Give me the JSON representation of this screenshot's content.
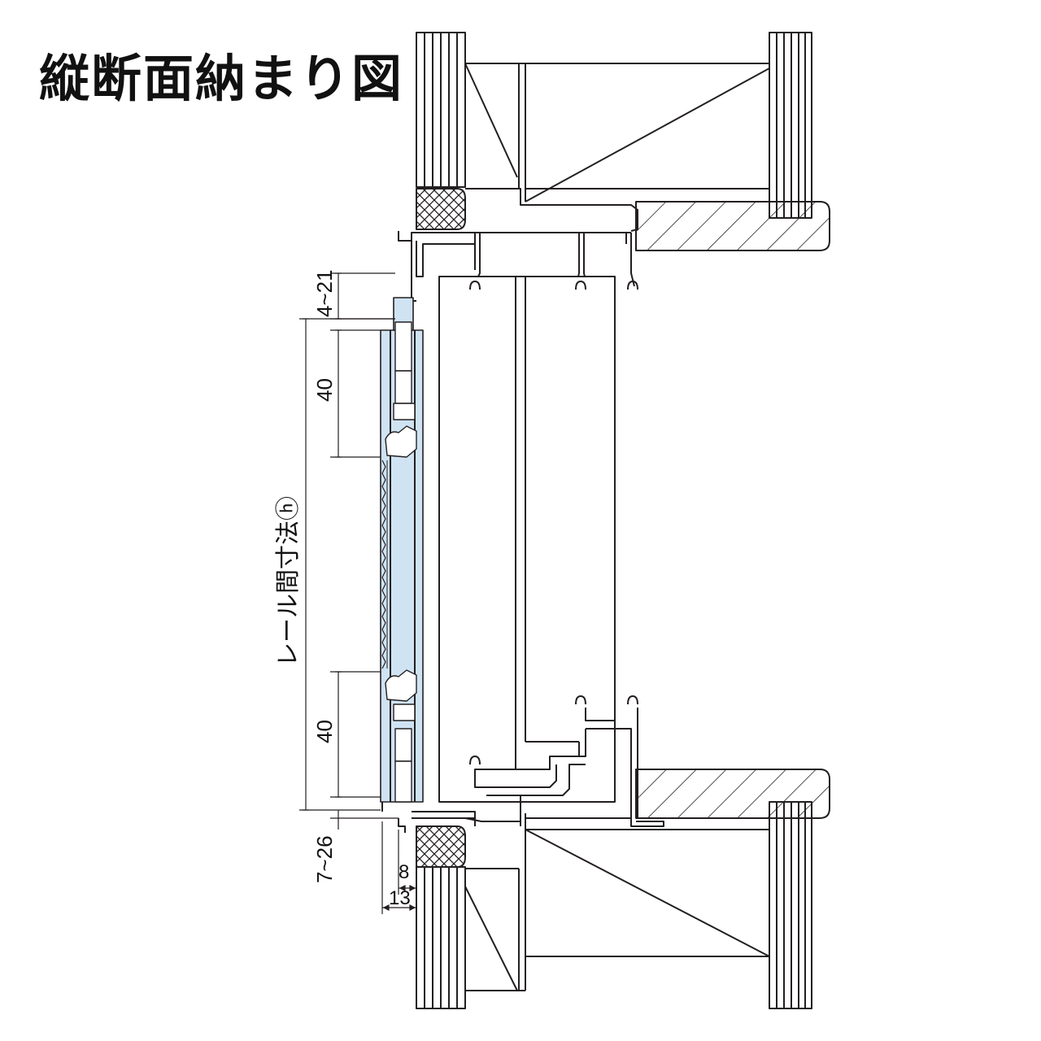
{
  "title": "縦断面納まり図",
  "dimensions": {
    "top_gap": "4~21",
    "upper_frame": "40",
    "rail_span": "レール間寸法ⓗ",
    "lower_frame": "40",
    "bottom_gap": "7~26",
    "width_a": "8",
    "width_b": "13"
  },
  "colors": {
    "line": "#231f20",
    "screen_fill": "#cfe3f3",
    "background": "#ffffff"
  }
}
